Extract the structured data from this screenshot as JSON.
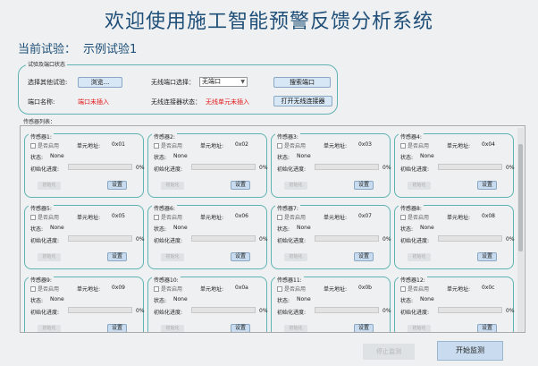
{
  "app": {
    "title": "欢迎使用施工智能预警反馈分析系统"
  },
  "experiment": {
    "label": "当前试验：",
    "name": "示例试验1"
  },
  "serial": {
    "group_title": "试验及端口状态",
    "select_experiment_label": "选择其他试验:",
    "browse_button": "浏览...",
    "wireless_port_label": "无线端口选择：",
    "wireless_port_value": "无端口",
    "search_port_button": "搜索端口",
    "port_name_label": "端口名称:",
    "port_name_value": "端口未插入",
    "wireless_status_label": "无线连接器状态：",
    "wireless_status_value": "无线单元未插入",
    "open_wireless_button": "打开无线连接器"
  },
  "sensor_list_label": "传感器列表：",
  "sensors": [
    {
      "name": "传感器1:",
      "addr": "0x01"
    },
    {
      "name": "传感器2:",
      "addr": "0x02"
    },
    {
      "name": "传感器3:",
      "addr": "0x03"
    },
    {
      "name": "传感器4:",
      "addr": "0x04"
    },
    {
      "name": "传感器5:",
      "addr": "0x05"
    },
    {
      "name": "传感器6:",
      "addr": "0x06"
    },
    {
      "name": "传感器7:",
      "addr": "0x07"
    },
    {
      "name": "传感器8:",
      "addr": "0x08"
    },
    {
      "name": "传感器9:",
      "addr": "0x09"
    },
    {
      "name": "传感器10:",
      "addr": "0x0a"
    },
    {
      "name": "传感器11:",
      "addr": "0x0b"
    },
    {
      "name": "传感器12:",
      "addr": "0x0c"
    }
  ],
  "sensor_common": {
    "enable_label": "是否启用",
    "addr_label": "单元地址:",
    "status_label": "状态:",
    "status_value": "None",
    "init_label": "初始化进度:",
    "pct": "0%",
    "init_button": "初始化",
    "set_button": "设置"
  },
  "footer": {
    "stop_button": "停止监测",
    "start_button": "开始监测"
  }
}
